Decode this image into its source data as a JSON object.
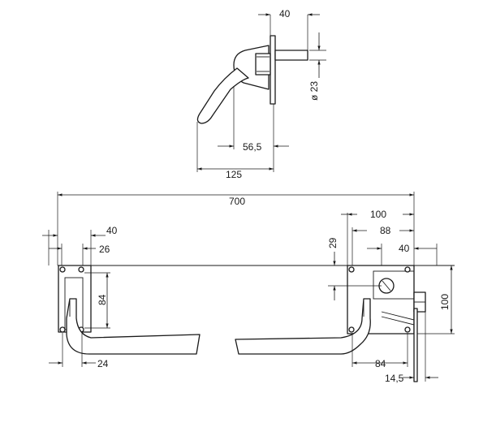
{
  "dimensions": {
    "side_depth": "40",
    "side_diameter": "ø 23",
    "side_offset": "56,5",
    "side_length": "125",
    "overall_width": "700",
    "left_edge_40": "40",
    "left_edge_26": "26",
    "left_height_84": "84",
    "left_bottom_24": "24",
    "right_width_100": "100",
    "right_width_88": "88",
    "right_edge_40": "40",
    "right_offset_29": "29",
    "right_height_100": "100",
    "right_bottom_84": "84",
    "right_bottom_14_5": "14,5"
  }
}
